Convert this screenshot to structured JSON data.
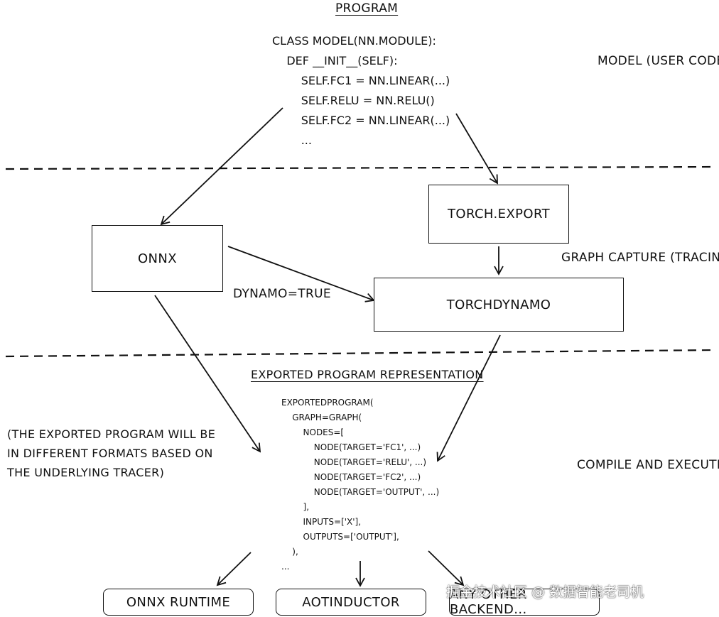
{
  "program": {
    "title": "PROGRAM",
    "code": "CLASS MODEL(NN.MODULE):\n    DEF __INIT__(SELF):\n        SELF.FC1 = NN.LINEAR(...)\n        SELF.RELU = NN.RELU()\n        SELF.FC2 = NN.LINEAR(...)\n        ..."
  },
  "layers": {
    "model": "MODEL (USER CODE)",
    "graph_capture": "GRAPH CAPTURE (TRACING)",
    "compile": "COMPILE AND EXECUTE"
  },
  "nodes": {
    "onnx": "ONNX",
    "torch_export": "TORCH.EXPORT",
    "torchdynamo": "TORCHDYNAMO"
  },
  "edge_label": "DYNAMO=TRUE",
  "exported": {
    "title": "EXPORTED PROGRAM REPRESENTATION",
    "code": "EXPORTEDPROGRAM(\n    GRAPH=GRAPH(\n        NODES=[\n            NODE(TARGET='FC1', ...)\n            NODE(TARGET='RELU', ...)\n            NODE(TARGET='FC2', ...)\n            NODE(TARGET='OUTPUT', ...)\n        ],\n        INPUTS=['X'],\n        OUTPUTS=['OUTPUT'],\n    ),\n..."
  },
  "note": "(THE EXPORTED PROGRAM WILL BE\nIN DIFFERENT FORMATS BASED ON\nTHE UNDERLYING TRACER)",
  "backends": {
    "onnx_runtime": "ONNX RUNTIME",
    "aotinductor": "AOTINDUCTOR",
    "other": "ANY OTHER BACKEND..."
  },
  "watermark": "掘金技术社区 @ 数据智能老司机"
}
